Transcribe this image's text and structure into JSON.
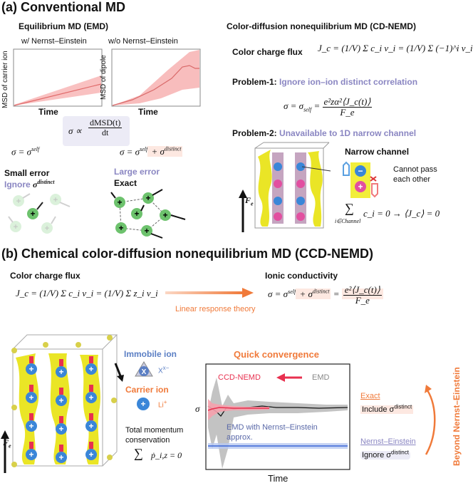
{
  "panel_a": {
    "title": "(a) Conventional MD",
    "emd": {
      "heading": "Equilibrium MD (EMD)",
      "plot1": {
        "title": "w/ Nernst–Einstein",
        "ylabel": "MSD of carrier ion",
        "xlabel": "Time"
      },
      "plot2": {
        "title": "w/o Nernst–Einstein",
        "ylabel": "MSD of dipole",
        "xlabel": "Time"
      },
      "sigma_formula": "σ ∝",
      "sigma_num": "dMSD(t)",
      "sigma_den": "dt",
      "eq_left_lhs": "σ = σ",
      "eq_left_sup": "self",
      "eq_right_lhs": "σ = σ",
      "eq_right_sup": "self",
      "eq_right_plus": " + σ",
      "eq_right_sup2": "distinct",
      "left_label_1": "Small error",
      "left_label_2a": "Ignore",
      "left_label_2b": "σ",
      "left_label_2sup": "distinct",
      "right_label_1": "Large error",
      "right_label_2": "Exact"
    },
    "cdnemd": {
      "heading": "Color-diffusion nonequilibrium MD (CD-NEMD)",
      "flux_label": "Color charge flux",
      "flux_eq": "J_c = (1/V) Σ c_i v_i = (1/V) Σ (−1)^i v_i",
      "problem1_label": "Problem-1:",
      "problem1_text": "Ignore ion–ion distinct correlation",
      "problem1_eq_lhs": "σ = σ",
      "problem1_eq_sub": "self",
      "problem1_eq_num": "e²zα²⟨J_c(t)⟩",
      "problem1_eq_den": "F_e",
      "problem2_label": "Problem-2:",
      "problem2_text": "Unavailable to 1D narrow channel",
      "narrow_channel": "Narrow channel",
      "cannot_pass_1": "Cannot pass",
      "cannot_pass_2": "each other",
      "fe_label": "F",
      "fe_sub": "e",
      "sum_eq": "c_i = 0 → ⟨J_c⟩ = 0",
      "sum_sub": "i∈Channel"
    }
  },
  "panel_b": {
    "title": "(b) Chemical color-diffusion nonequilibrium MD (CCD-NEMD)",
    "flux_label": "Color charge flux",
    "flux_eq": "J_c = (1/V) Σ c_i v_i = (1/V) Σ z_i v_i",
    "linear_response": "Linear response theory",
    "ionic_label": "Ionic conductivity",
    "ionic_eq_lhs": "σ = σ",
    "ionic_sup1": "self",
    "ionic_plus": " + σ",
    "ionic_sup2": "distinct",
    "ionic_num": "e²⟨J_c(t)⟩",
    "ionic_den": "F_e",
    "immobile_ion": "Immobile ion",
    "immobile_sym": "X",
    "immobile_sup": "x−",
    "carrier_ion": "Carrier ion",
    "carrier_sym": "Li",
    "carrier_sup": "+",
    "momentum_1": "Total momentum",
    "momentum_2": "conservation",
    "momentum_eq": "ṗ_i,z = 0",
    "fe_label": "F",
    "fe_sub": "e",
    "quick_convergence": "Quick convergence",
    "beyond": "Beyond Nernst–Einstein",
    "exact_label": "Exact",
    "exact_include": "Include σ",
    "exact_sup": "distinct",
    "ne_label": "Nernst–Einstein",
    "ne_ignore": "Ignore σ",
    "ne_sup": "distinct"
  },
  "chart_data": {
    "type": "line",
    "xlabel": "Time",
    "ylabel": "σ",
    "series": [
      {
        "name": "CCD-NEMD",
        "color": "#e8304f"
      },
      {
        "name": "EMD",
        "color": "#222222"
      },
      {
        "name": "EMD with Nernst–Einstein approx.",
        "color": "#3a66d8"
      }
    ],
    "legend": {
      "ccd": "CCD-NEMD",
      "emd": "EMD",
      "ne_1": "EMD with Nernst–Einstein",
      "ne_2": "approx."
    }
  },
  "colors": {
    "accent_orange": "#f07a3a",
    "accent_purple": "#8a86c2",
    "band_pink": "#f7a6a6",
    "yellow": "#e8e000"
  }
}
